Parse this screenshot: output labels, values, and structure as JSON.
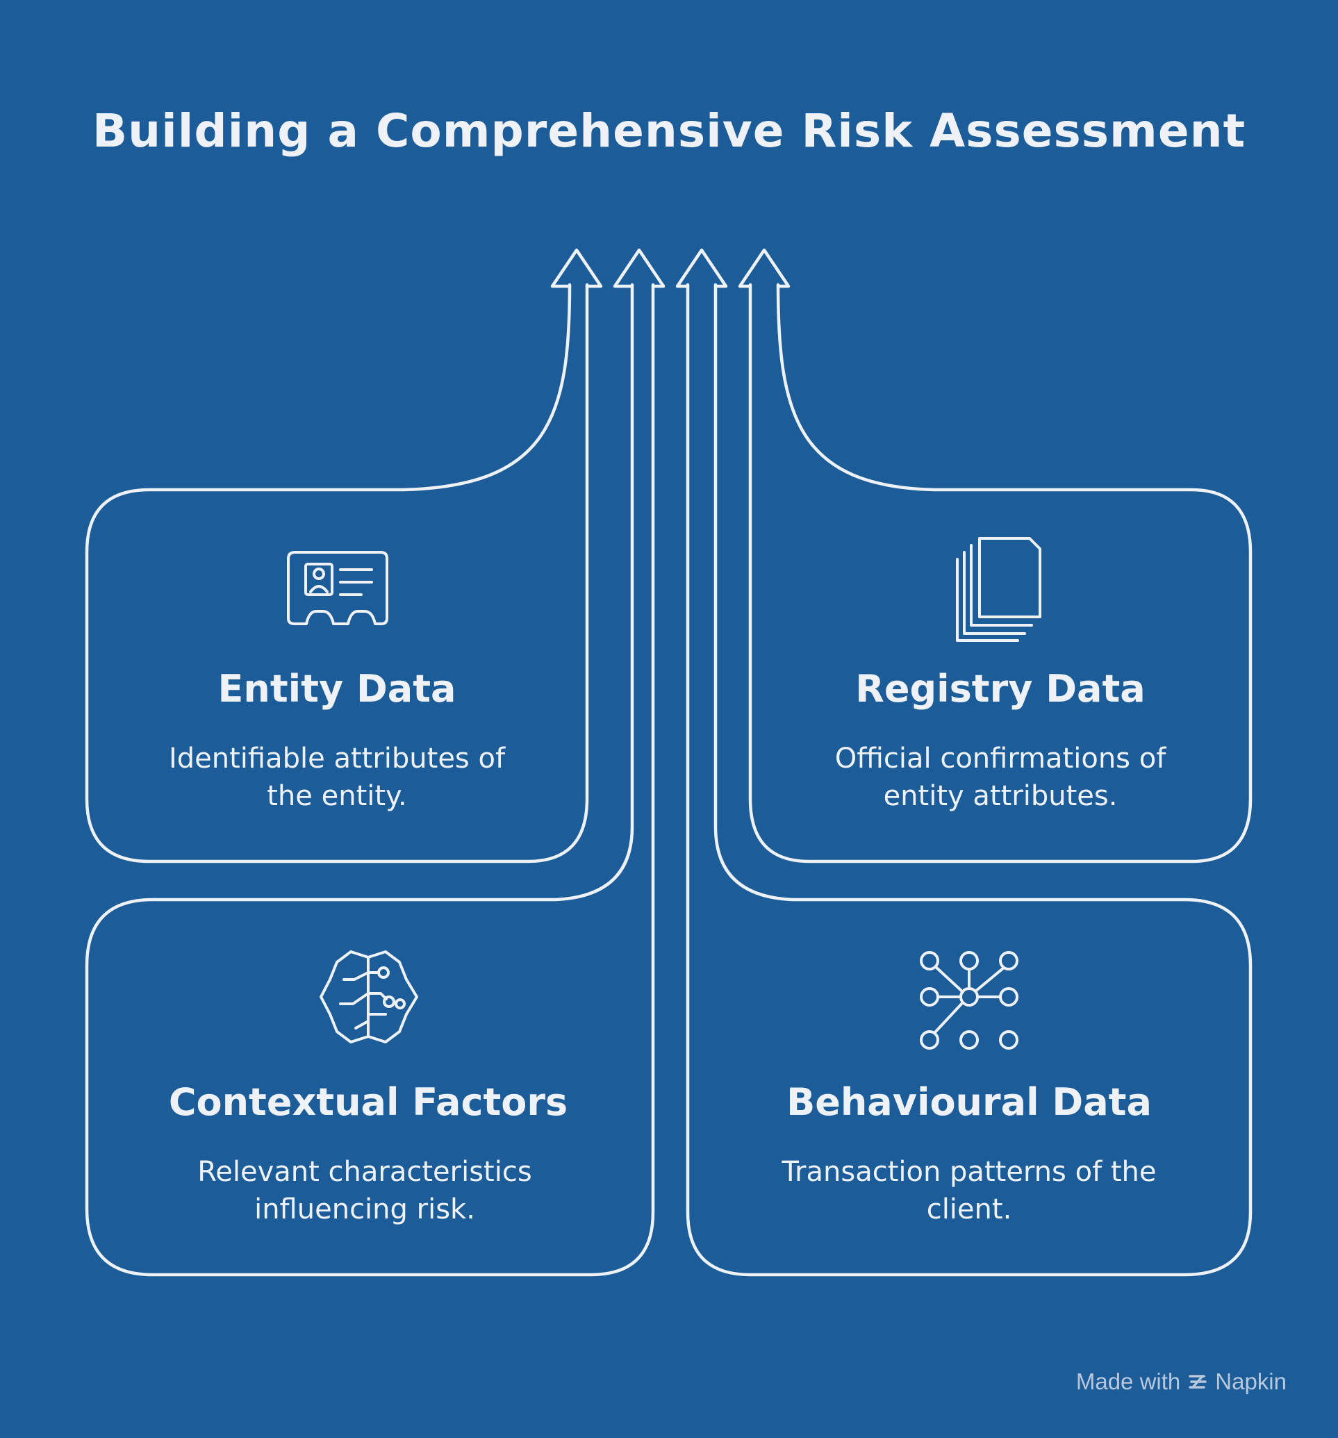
{
  "title": "Building a Comprehensive Risk Assessment",
  "cards": [
    {
      "title": "Entity Data",
      "description": "Identifiable attributes of the entity.",
      "icon": "id-card-icon"
    },
    {
      "title": "Registry Data",
      "description": "Official confirmations of entity attributes.",
      "icon": "documents-icon"
    },
    {
      "title": "Contextual Factors",
      "description": "Relevant characteristics influencing risk.",
      "icon": "brain-circuit-icon"
    },
    {
      "title": "Behavioural Data",
      "description": "Transaction patterns of the client.",
      "icon": "network-nodes-icon"
    }
  ],
  "watermark": {
    "made_with": "Made with",
    "brand": "Napkin"
  },
  "colors": {
    "background": "#1b5c99",
    "stroke": "#eef2f7"
  }
}
